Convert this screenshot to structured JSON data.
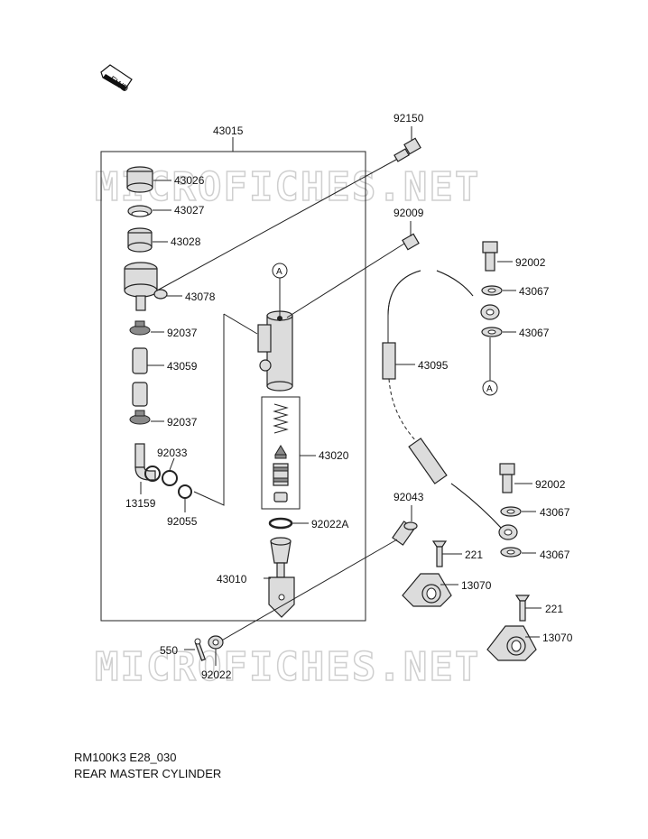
{
  "watermark": "MICROFICHES.NET",
  "fwd_label": "FWD",
  "callout_a": "A",
  "footer": {
    "code": "RM100K3 E28_030",
    "title": "REAR MASTER CYLINDER"
  },
  "parts": {
    "p43015": "43015",
    "p92150": "92150",
    "p43026": "43026",
    "p43027": "43027",
    "p43028": "43028",
    "p43078": "43078",
    "p92009": "92009",
    "p92002a": "92002",
    "p43067a": "43067",
    "p43067b": "43067",
    "p92037a": "92037",
    "p43059": "43059",
    "p43095": "43095",
    "p92037b": "92037",
    "p92033": "92033",
    "p43020": "43020",
    "p13159": "13159",
    "p92055": "92055",
    "p92002b": "92002",
    "p92043": "92043",
    "p43067c": "43067",
    "p92022A": "92022A",
    "p221a": "221",
    "p43067d": "43067",
    "p43010": "43010",
    "p13070a": "13070",
    "p221b": "221",
    "p13070b": "13070",
    "p550": "550",
    "p92022": "92022"
  }
}
